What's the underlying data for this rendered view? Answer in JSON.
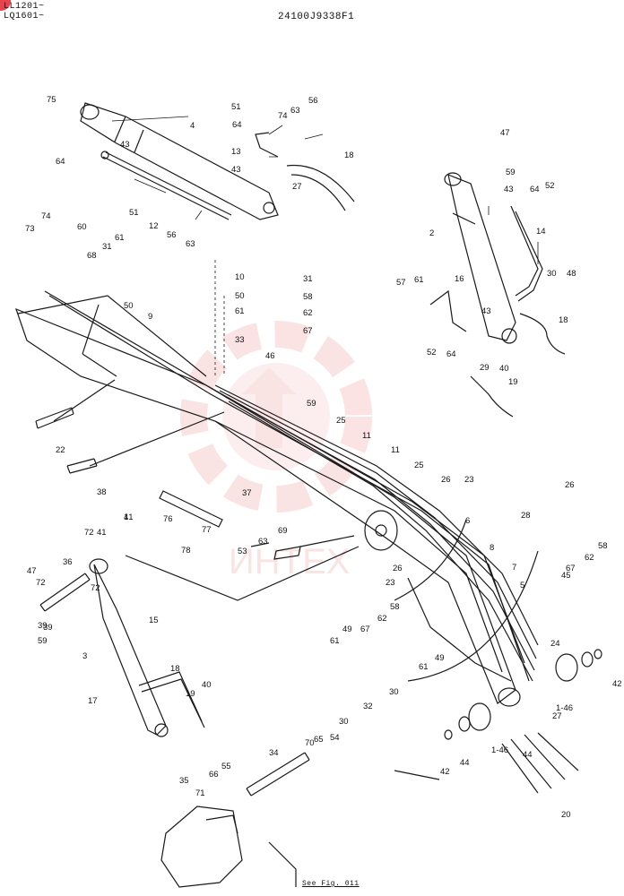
{
  "header": {
    "series_line1": "LL1201~",
    "series_line2": "LQ1601~",
    "drawing_number": "24100J9338F1"
  },
  "footer": {
    "reference": "See Fig. 011"
  },
  "watermark": {
    "text": "ИНТЕХ",
    "color": "#f3b0b0"
  },
  "colors": {
    "line": "#1a1a1a",
    "badge": "#e8434f"
  },
  "callouts": [
    "75",
    "4",
    "51",
    "64",
    "74",
    "63",
    "56",
    "13",
    "43",
    "18",
    "27",
    "43",
    "64",
    "51",
    "12",
    "56",
    "63",
    "74",
    "60",
    "73",
    "68",
    "31",
    "61",
    "50",
    "9",
    "10",
    "50",
    "61",
    "31",
    "58",
    "62",
    "67",
    "33",
    "46",
    "59",
    "25",
    "11",
    "11",
    "25",
    "22",
    "38",
    "37",
    "1",
    "41",
    "72",
    "39",
    "47",
    "59",
    "43",
    "64",
    "52",
    "14",
    "2",
    "16",
    "30",
    "48",
    "57",
    "61",
    "43",
    "52",
    "64",
    "18",
    "29",
    "40",
    "19",
    "26",
    "23",
    "6",
    "8",
    "7",
    "5",
    "26",
    "28",
    "76",
    "77",
    "78",
    "53",
    "63",
    "69",
    "26",
    "23",
    "36",
    "47",
    "72",
    "39",
    "59",
    "72",
    "41",
    "15",
    "3",
    "18",
    "19",
    "17",
    "40",
    "58",
    "67",
    "62",
    "49",
    "61",
    "61",
    "30",
    "32",
    "30",
    "49",
    "45",
    "67",
    "62",
    "58",
    "24",
    "27",
    "1-46",
    "44",
    "42",
    "42",
    "44",
    "1-46",
    "34",
    "70",
    "65",
    "54",
    "35",
    "71",
    "66",
    "55",
    "20"
  ]
}
